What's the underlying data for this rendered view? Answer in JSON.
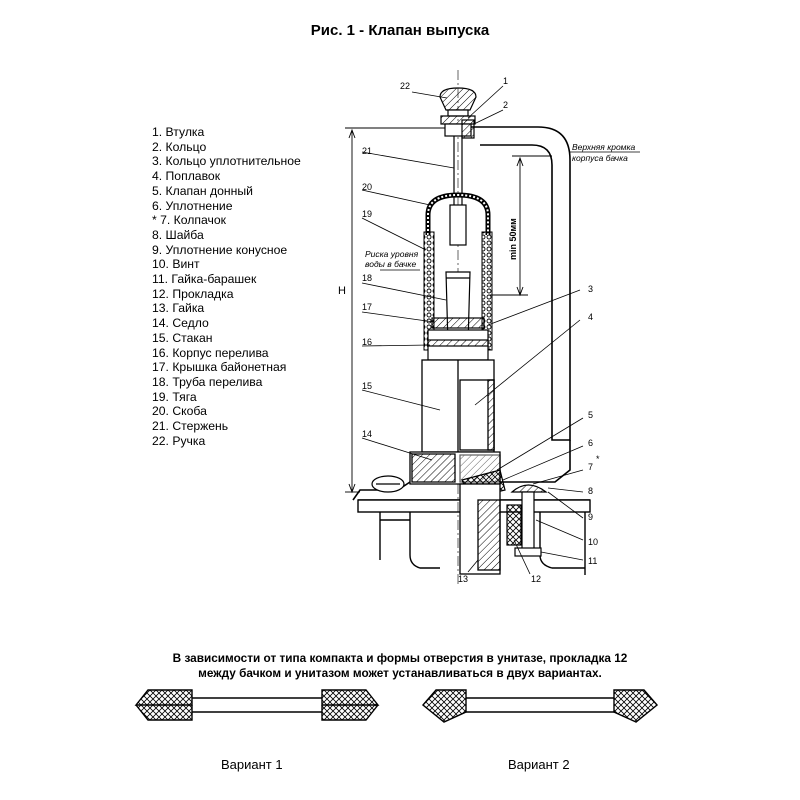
{
  "title": "Рис. 1 - Клапан выпуска",
  "legend": [
    "1. Втулка",
    "2. Кольцо",
    "3. Кольцо уплотнительное",
    "4. Поплавок",
    "5. Клапан донный",
    "6. Уплотнение",
    "* 7. Колпачок",
    "8. Шайба",
    "9. Уплотнение конусное",
    "10. Винт",
    "11. Гайка-барашек",
    "12. Прокладка",
    "13. Гайка",
    "14. Седло",
    "15. Стакан",
    "16. Корпус перелива",
    "17. Крышка байонетная",
    "18. Труба перелива",
    "19. Тяга",
    "20. Скоба",
    "21. Стержень",
    "22. Ручка"
  ],
  "callouts": {
    "n1": "1",
    "n2": "2",
    "n3": "3",
    "n4": "4",
    "n5": "5",
    "n6": "6",
    "n7": "7",
    "n8": "8",
    "n9": "9",
    "n10": "10",
    "n11": "11",
    "n12": "12",
    "n13": "13",
    "n14": "14",
    "n15": "15",
    "n16": "16",
    "n17": "17",
    "n18": "18",
    "n19": "19",
    "n20": "20",
    "n21": "21",
    "n22": "22",
    "star": "*",
    "H": "H",
    "min50": "min 50мм",
    "top_edge_1": "Верхняя кромка",
    "top_edge_2": "корпуса бачка",
    "water_1": "Риска уровня",
    "water_2": "воды в бачке"
  },
  "note": {
    "line1": "В зависимости  от типа компакта и формы отверстия в унитазе, прокладка 12",
    "line2": "между бачком  и унитазом может устанавливаться  в  двух  вариантах."
  },
  "variants": {
    "v1": "Вариант 1",
    "v2": "Вариант 2"
  }
}
